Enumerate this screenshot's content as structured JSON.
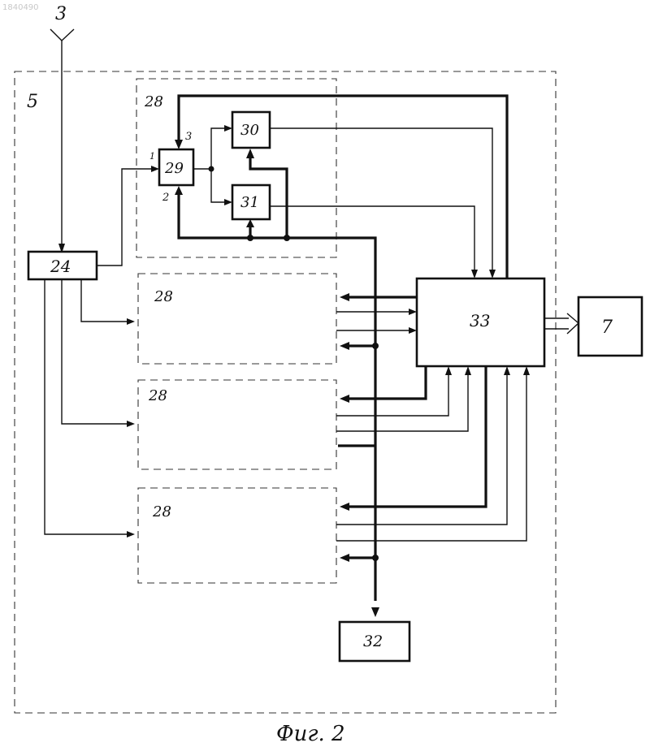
{
  "header": {
    "doc_number": "1840490"
  },
  "labels": {
    "antenna": "3",
    "device": "5",
    "b24": "24",
    "b28_top": "28",
    "b28_2": "28",
    "b28_3": "28",
    "b28_4": "28",
    "b29": "29",
    "b30": "30",
    "b31": "31",
    "b32": "32",
    "b33": "33",
    "b7": "7",
    "port1": "1",
    "port2": "2",
    "port3": "3"
  },
  "caption": "Фиг. 2"
}
